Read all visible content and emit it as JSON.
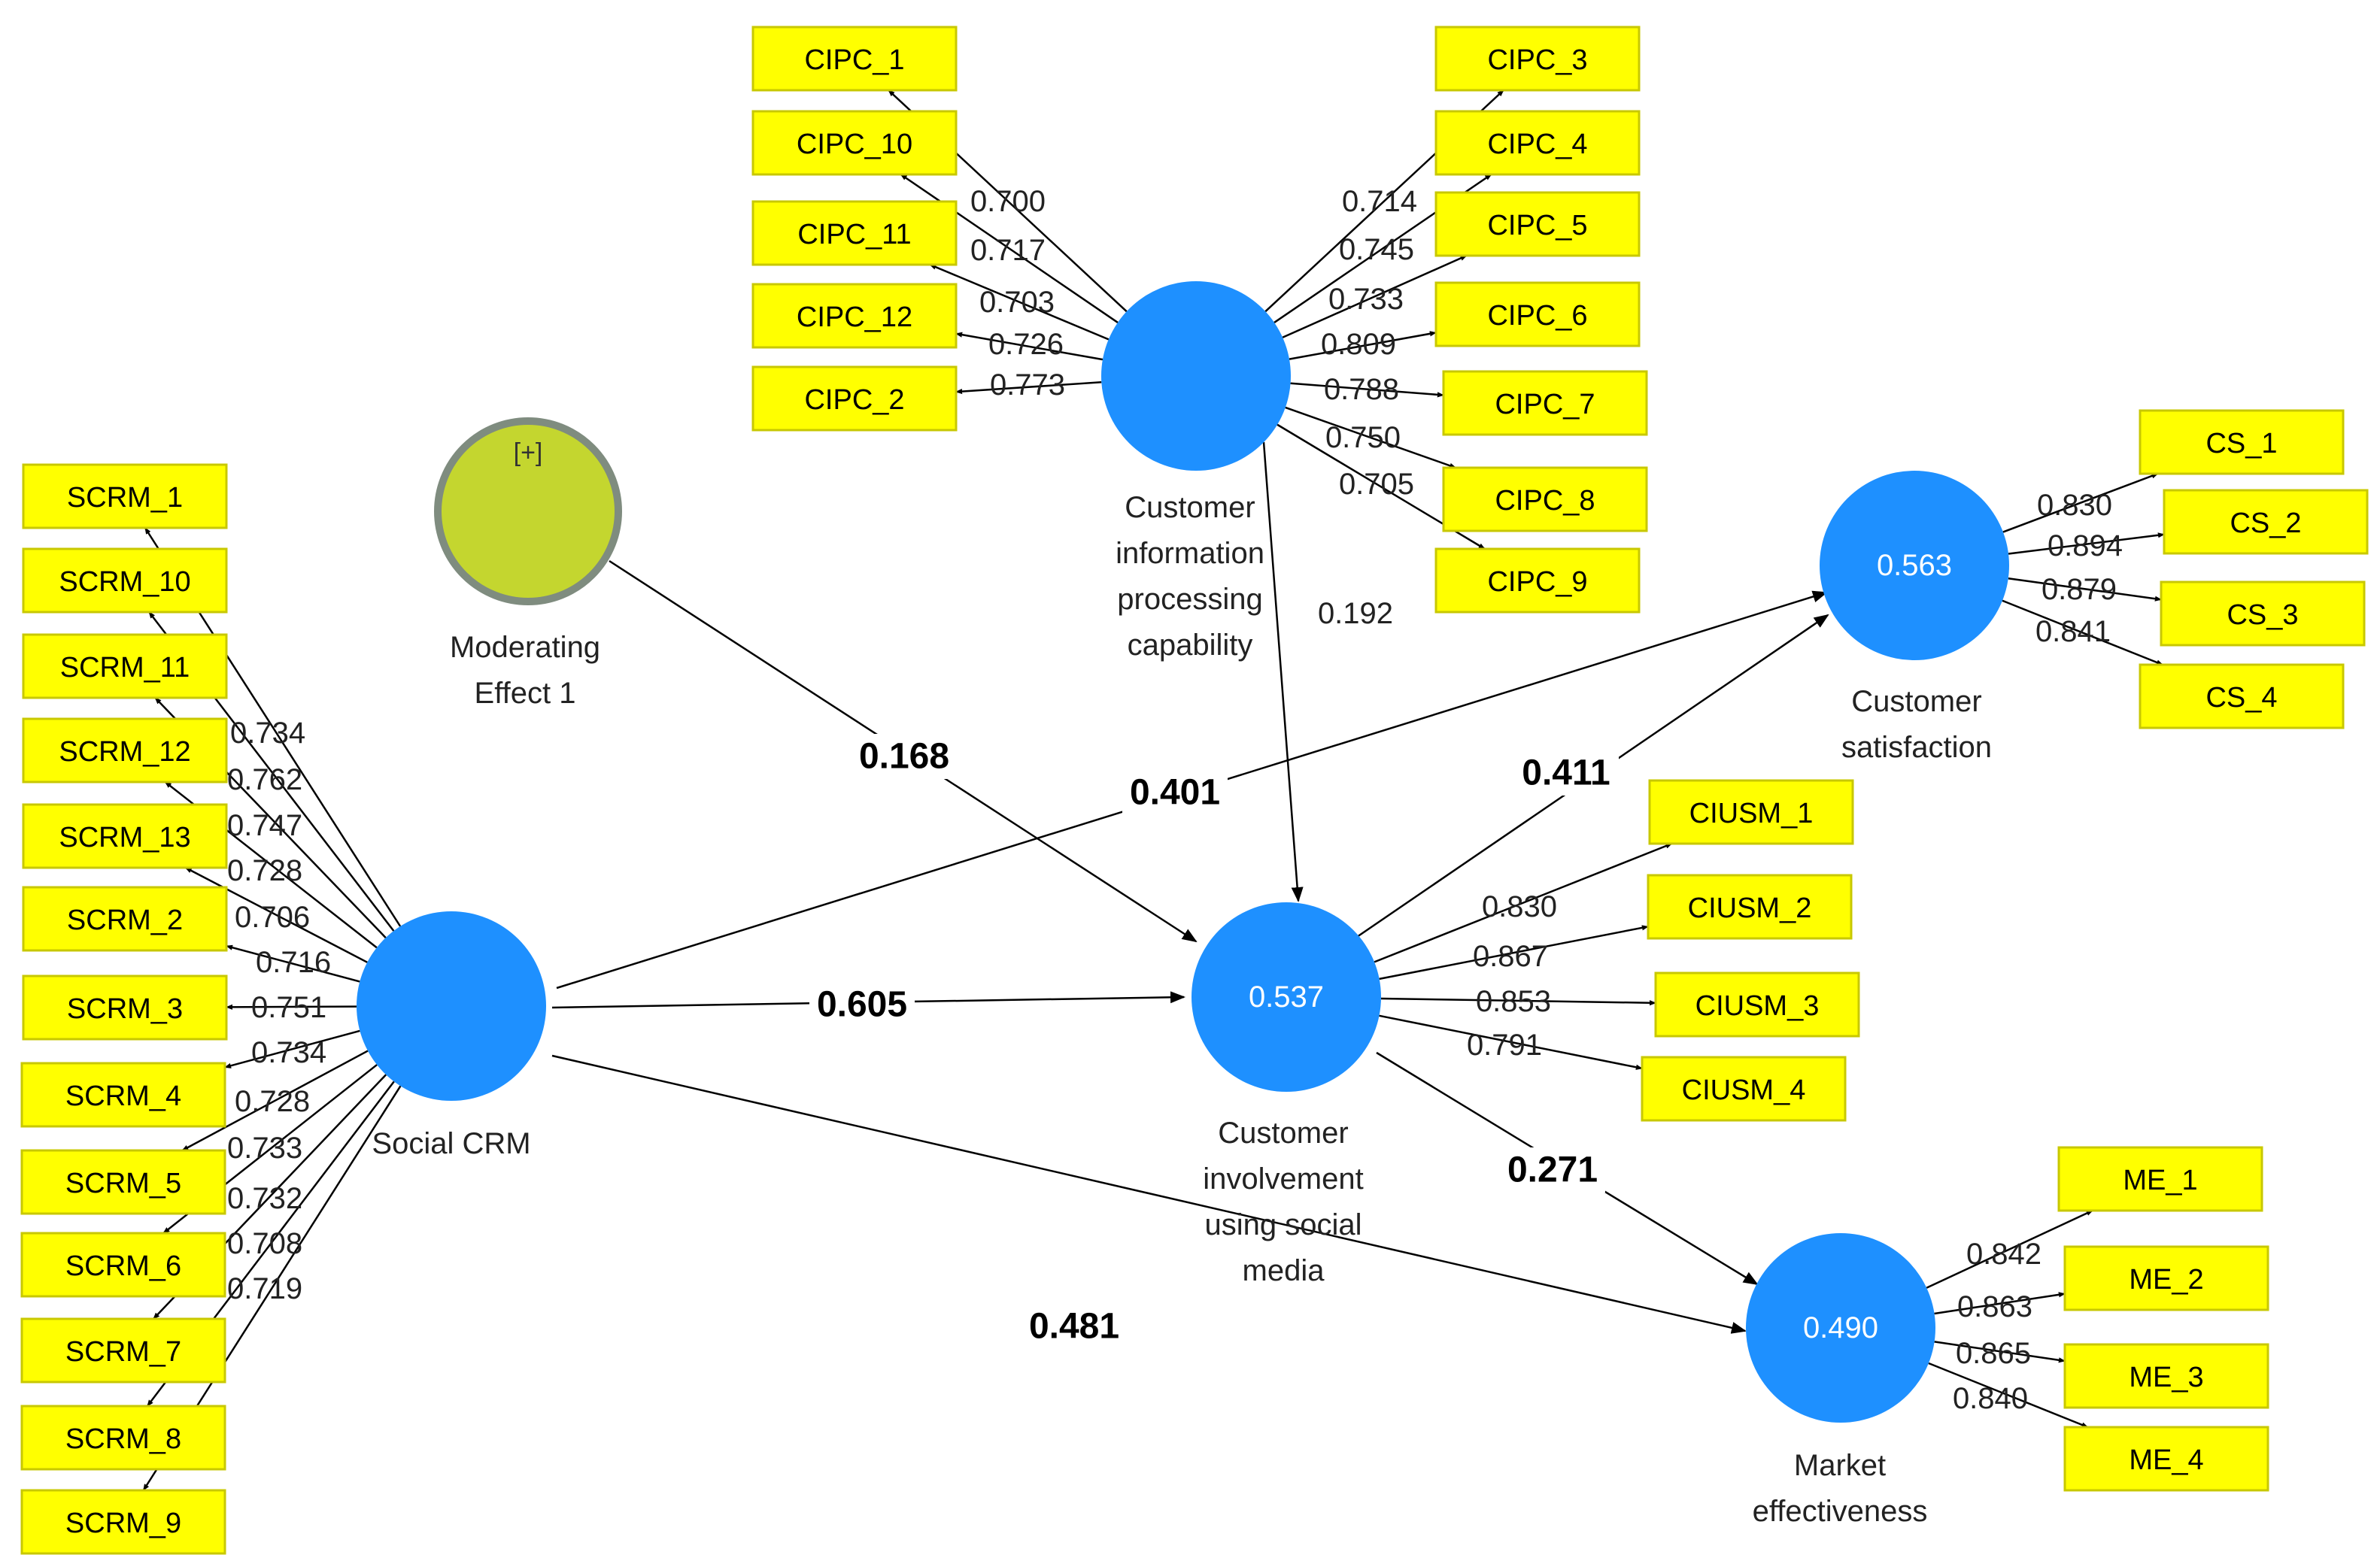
{
  "colors": {
    "indicator_fill": "#ffff00",
    "construct_fill": "#1e90ff",
    "moderator_fill": "#c4d62f",
    "moderator_ring": "#7f8c7f"
  },
  "constructs": {
    "social_crm": {
      "label": [
        "Social CRM"
      ],
      "r2": ""
    },
    "cipc": {
      "label": [
        "Customer",
        "information",
        "processing",
        "capability"
      ],
      "r2": ""
    },
    "ciusm": {
      "label": [
        "Customer",
        "involvement",
        "using social",
        "media"
      ],
      "r2": "0.537"
    },
    "cs": {
      "label": [
        "Customer",
        "satisfaction"
      ],
      "r2": "0.563"
    },
    "me": {
      "label": [
        "Market",
        "effectiveness"
      ],
      "r2": "0.490"
    },
    "moderator": {
      "label": [
        "Moderating",
        "Effect 1"
      ],
      "symbol": "[+]"
    }
  },
  "indicators": {
    "scrm": [
      {
        "name": "SCRM_1",
        "loading": "0.734"
      },
      {
        "name": "SCRM_10",
        "loading": "0.762"
      },
      {
        "name": "SCRM_11",
        "loading": "0.747"
      },
      {
        "name": "SCRM_12",
        "loading": "0.728"
      },
      {
        "name": "SCRM_13",
        "loading": "0.706"
      },
      {
        "name": "SCRM_2",
        "loading": "0.716"
      },
      {
        "name": "SCRM_3",
        "loading": "0.751"
      },
      {
        "name": "SCRM_4",
        "loading": "0.734"
      },
      {
        "name": "SCRM_5",
        "loading": "0.728"
      },
      {
        "name": "SCRM_6",
        "loading": "0.733"
      },
      {
        "name": "SCRM_7",
        "loading": "0.732"
      },
      {
        "name": "SCRM_8",
        "loading": "0.708"
      },
      {
        "name": "SCRM_9",
        "loading": "0.719"
      }
    ],
    "cipc_left": [
      {
        "name": "CIPC_1",
        "loading": "0.700"
      },
      {
        "name": "CIPC_10",
        "loading": "0.717"
      },
      {
        "name": "CIPC_11",
        "loading": "0.703"
      },
      {
        "name": "CIPC_12",
        "loading": "0.726"
      },
      {
        "name": "CIPC_2",
        "loading": "0.773"
      }
    ],
    "cipc_right": [
      {
        "name": "CIPC_3",
        "loading": "0.714"
      },
      {
        "name": "CIPC_4",
        "loading": "0.745"
      },
      {
        "name": "CIPC_5",
        "loading": "0.733"
      },
      {
        "name": "CIPC_6",
        "loading": "0.809"
      },
      {
        "name": "CIPC_7",
        "loading": "0.788"
      },
      {
        "name": "CIPC_8",
        "loading": "0.750"
      },
      {
        "name": "CIPC_9",
        "loading": "0.705"
      }
    ],
    "ciusm": [
      {
        "name": "CIUSM_1",
        "loading": "0.830"
      },
      {
        "name": "CIUSM_2",
        "loading": "0.867"
      },
      {
        "name": "CIUSM_3",
        "loading": "0.853"
      },
      {
        "name": "CIUSM_4",
        "loading": "0.791"
      }
    ],
    "cs": [
      {
        "name": "CS_1",
        "loading": "0.830"
      },
      {
        "name": "CS_2",
        "loading": "0.894"
      },
      {
        "name": "CS_3",
        "loading": "0.879"
      },
      {
        "name": "CS_4",
        "loading": "0.841"
      }
    ],
    "me": [
      {
        "name": "ME_1",
        "loading": "0.842"
      },
      {
        "name": "ME_2",
        "loading": "0.863"
      },
      {
        "name": "ME_3",
        "loading": "0.865"
      },
      {
        "name": "ME_4",
        "loading": "0.840"
      }
    ]
  },
  "paths": {
    "moderator_to_ciusm": "0.168",
    "social_crm_to_cs": "0.401",
    "social_crm_to_ciusm": "0.605",
    "social_crm_to_me": "0.481",
    "cipc_to_ciusm": "0.192",
    "ciusm_to_cs": "0.411",
    "ciusm_to_me": "0.271"
  }
}
